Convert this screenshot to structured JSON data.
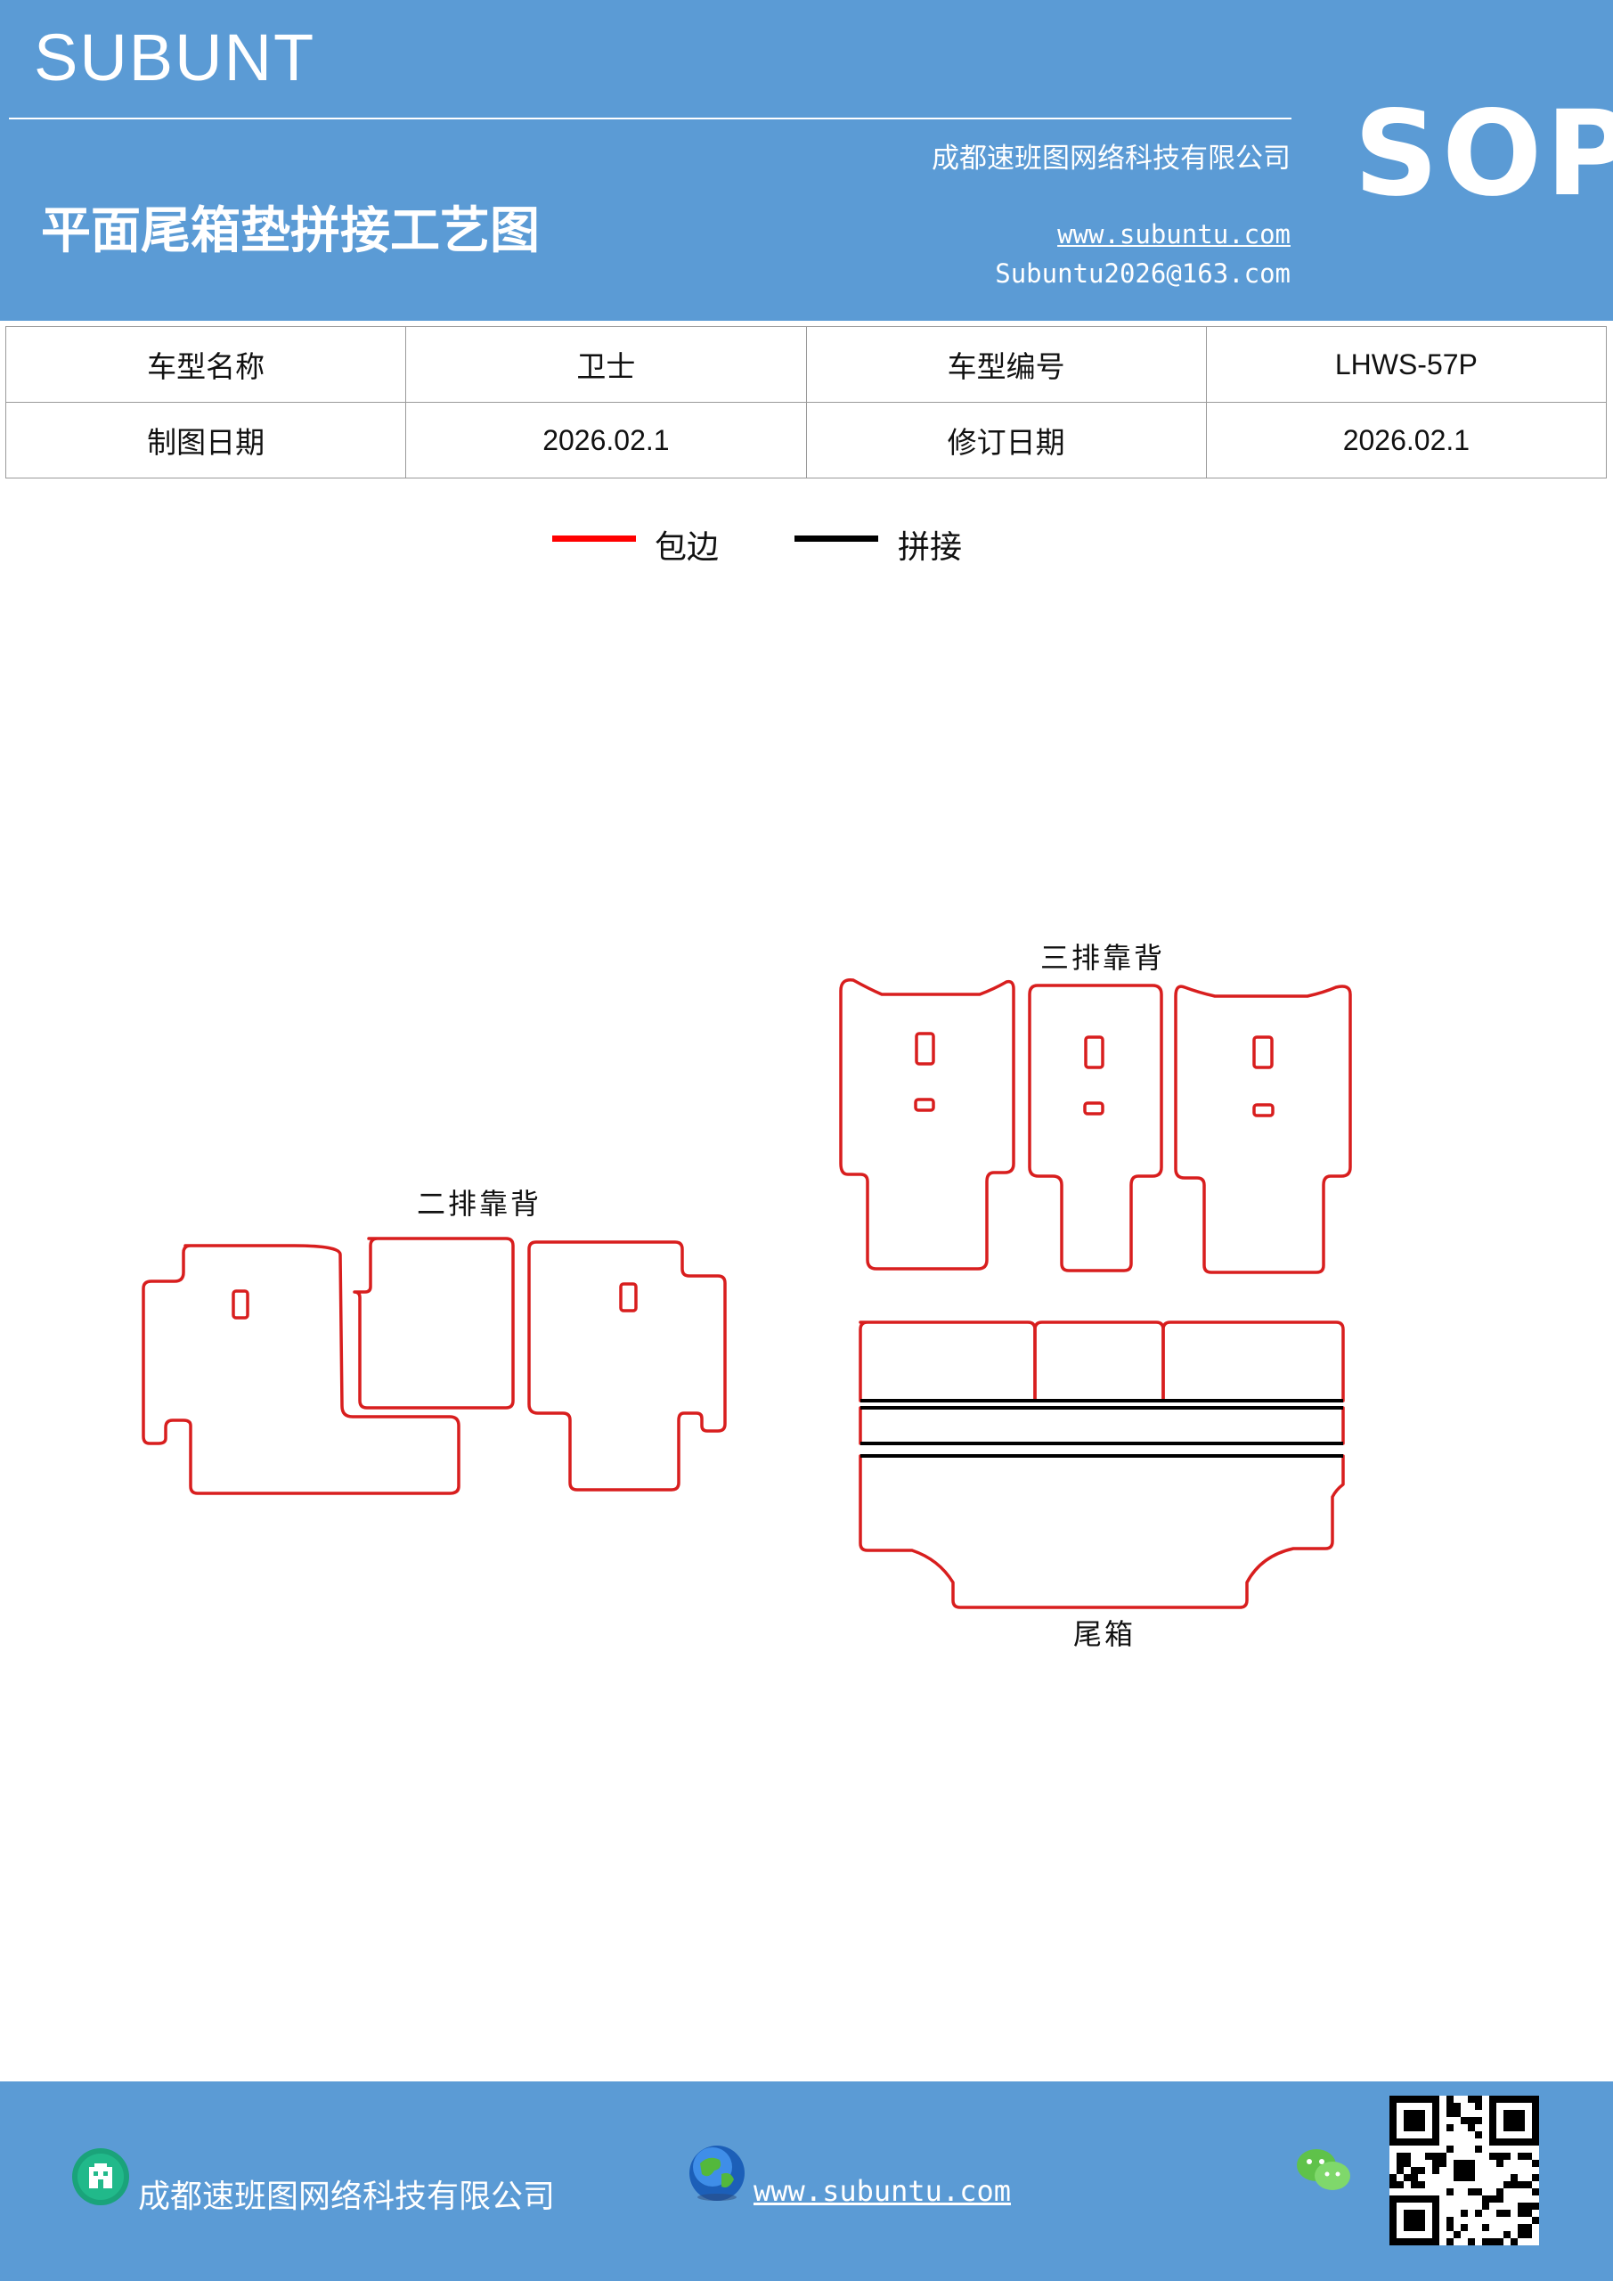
{
  "header": {
    "brand": "SUBUNT",
    "company": "成都速班图网络科技有限公司",
    "title": "平面尾箱垫拼接工艺图",
    "website": "www.subuntu.com",
    "email": "Subuntu2026@163.com",
    "badge": "SOP"
  },
  "info_table": {
    "rows": [
      [
        {
          "text": "车型名称",
          "kind": "label"
        },
        {
          "text": "卫士",
          "kind": "label"
        },
        {
          "text": "车型编号",
          "kind": "label"
        },
        {
          "text": "LHWS-57P",
          "kind": "value"
        }
      ],
      [
        {
          "text": "制图日期",
          "kind": "label"
        },
        {
          "text": "2026.02.1",
          "kind": "value"
        },
        {
          "text": "修订日期",
          "kind": "label"
        },
        {
          "text": "2026.02.1",
          "kind": "value"
        }
      ]
    ]
  },
  "legend": {
    "items": [
      {
        "label": "包边",
        "color": "#ff0000"
      },
      {
        "label": "拼接",
        "color": "#000000"
      }
    ]
  },
  "diagram": {
    "edge_color": "#d81e1e",
    "seam_color": "#000000",
    "labels": {
      "second_row": "二排靠背",
      "third_row": "三排靠背",
      "trunk": "尾箱"
    }
  },
  "footer": {
    "company": "成都速班图网络科技有限公司",
    "website": "www.subuntu.com",
    "icons": [
      "building-icon",
      "globe-icon",
      "wechat-icon",
      "qr-code"
    ]
  }
}
